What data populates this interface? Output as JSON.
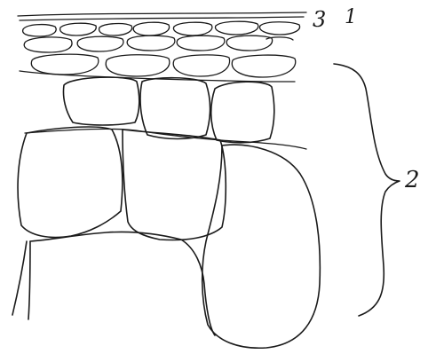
{
  "diagram": {
    "labels": {
      "three": "3",
      "one": "1",
      "two": "2"
    },
    "colors": {
      "ink": "#1a1a1a",
      "paper": "#ffffff"
    }
  }
}
